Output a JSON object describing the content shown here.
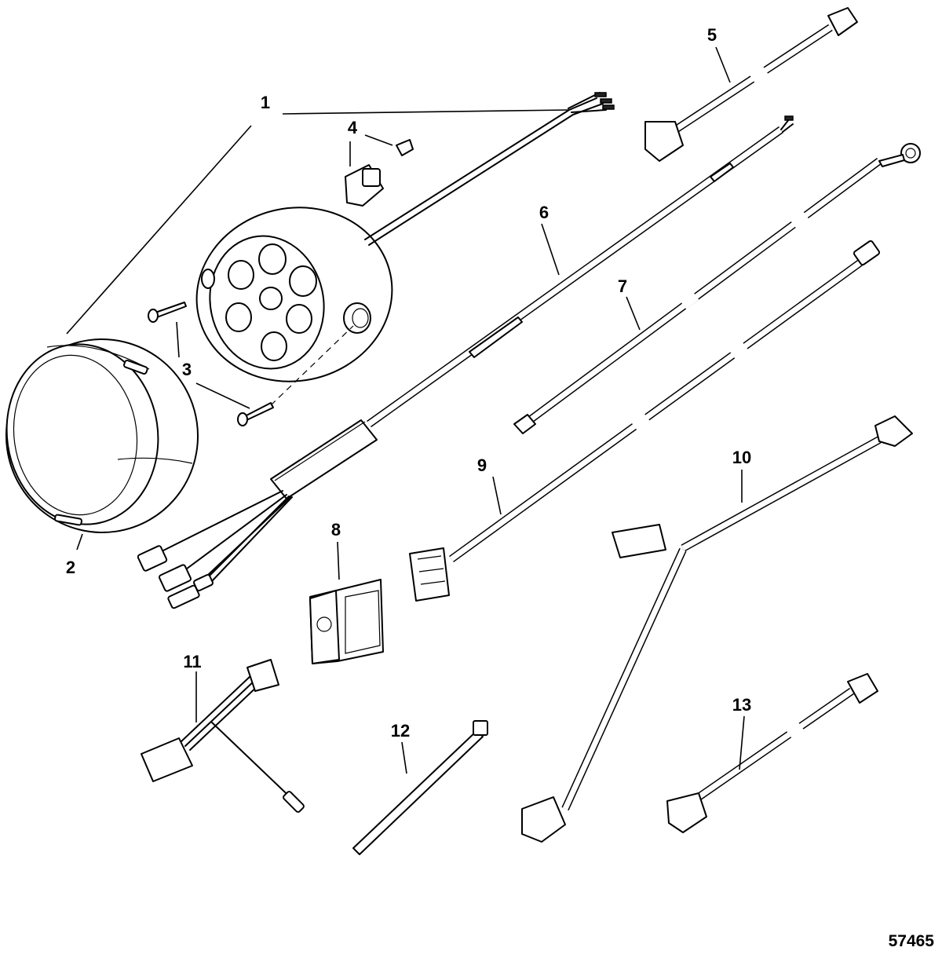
{
  "callouts": [
    {
      "id": "1",
      "label": "1"
    },
    {
      "id": "2",
      "label": "2"
    },
    {
      "id": "3",
      "label": "3"
    },
    {
      "id": "4",
      "label": "4"
    },
    {
      "id": "5",
      "label": "5"
    },
    {
      "id": "6",
      "label": "6"
    },
    {
      "id": "7",
      "label": "7"
    },
    {
      "id": "8",
      "label": "8"
    },
    {
      "id": "9",
      "label": "9"
    },
    {
      "id": "10",
      "label": "10"
    },
    {
      "id": "11",
      "label": "11"
    },
    {
      "id": "12",
      "label": "12"
    },
    {
      "id": "13",
      "label": "13"
    }
  ],
  "figure_number": "57465"
}
